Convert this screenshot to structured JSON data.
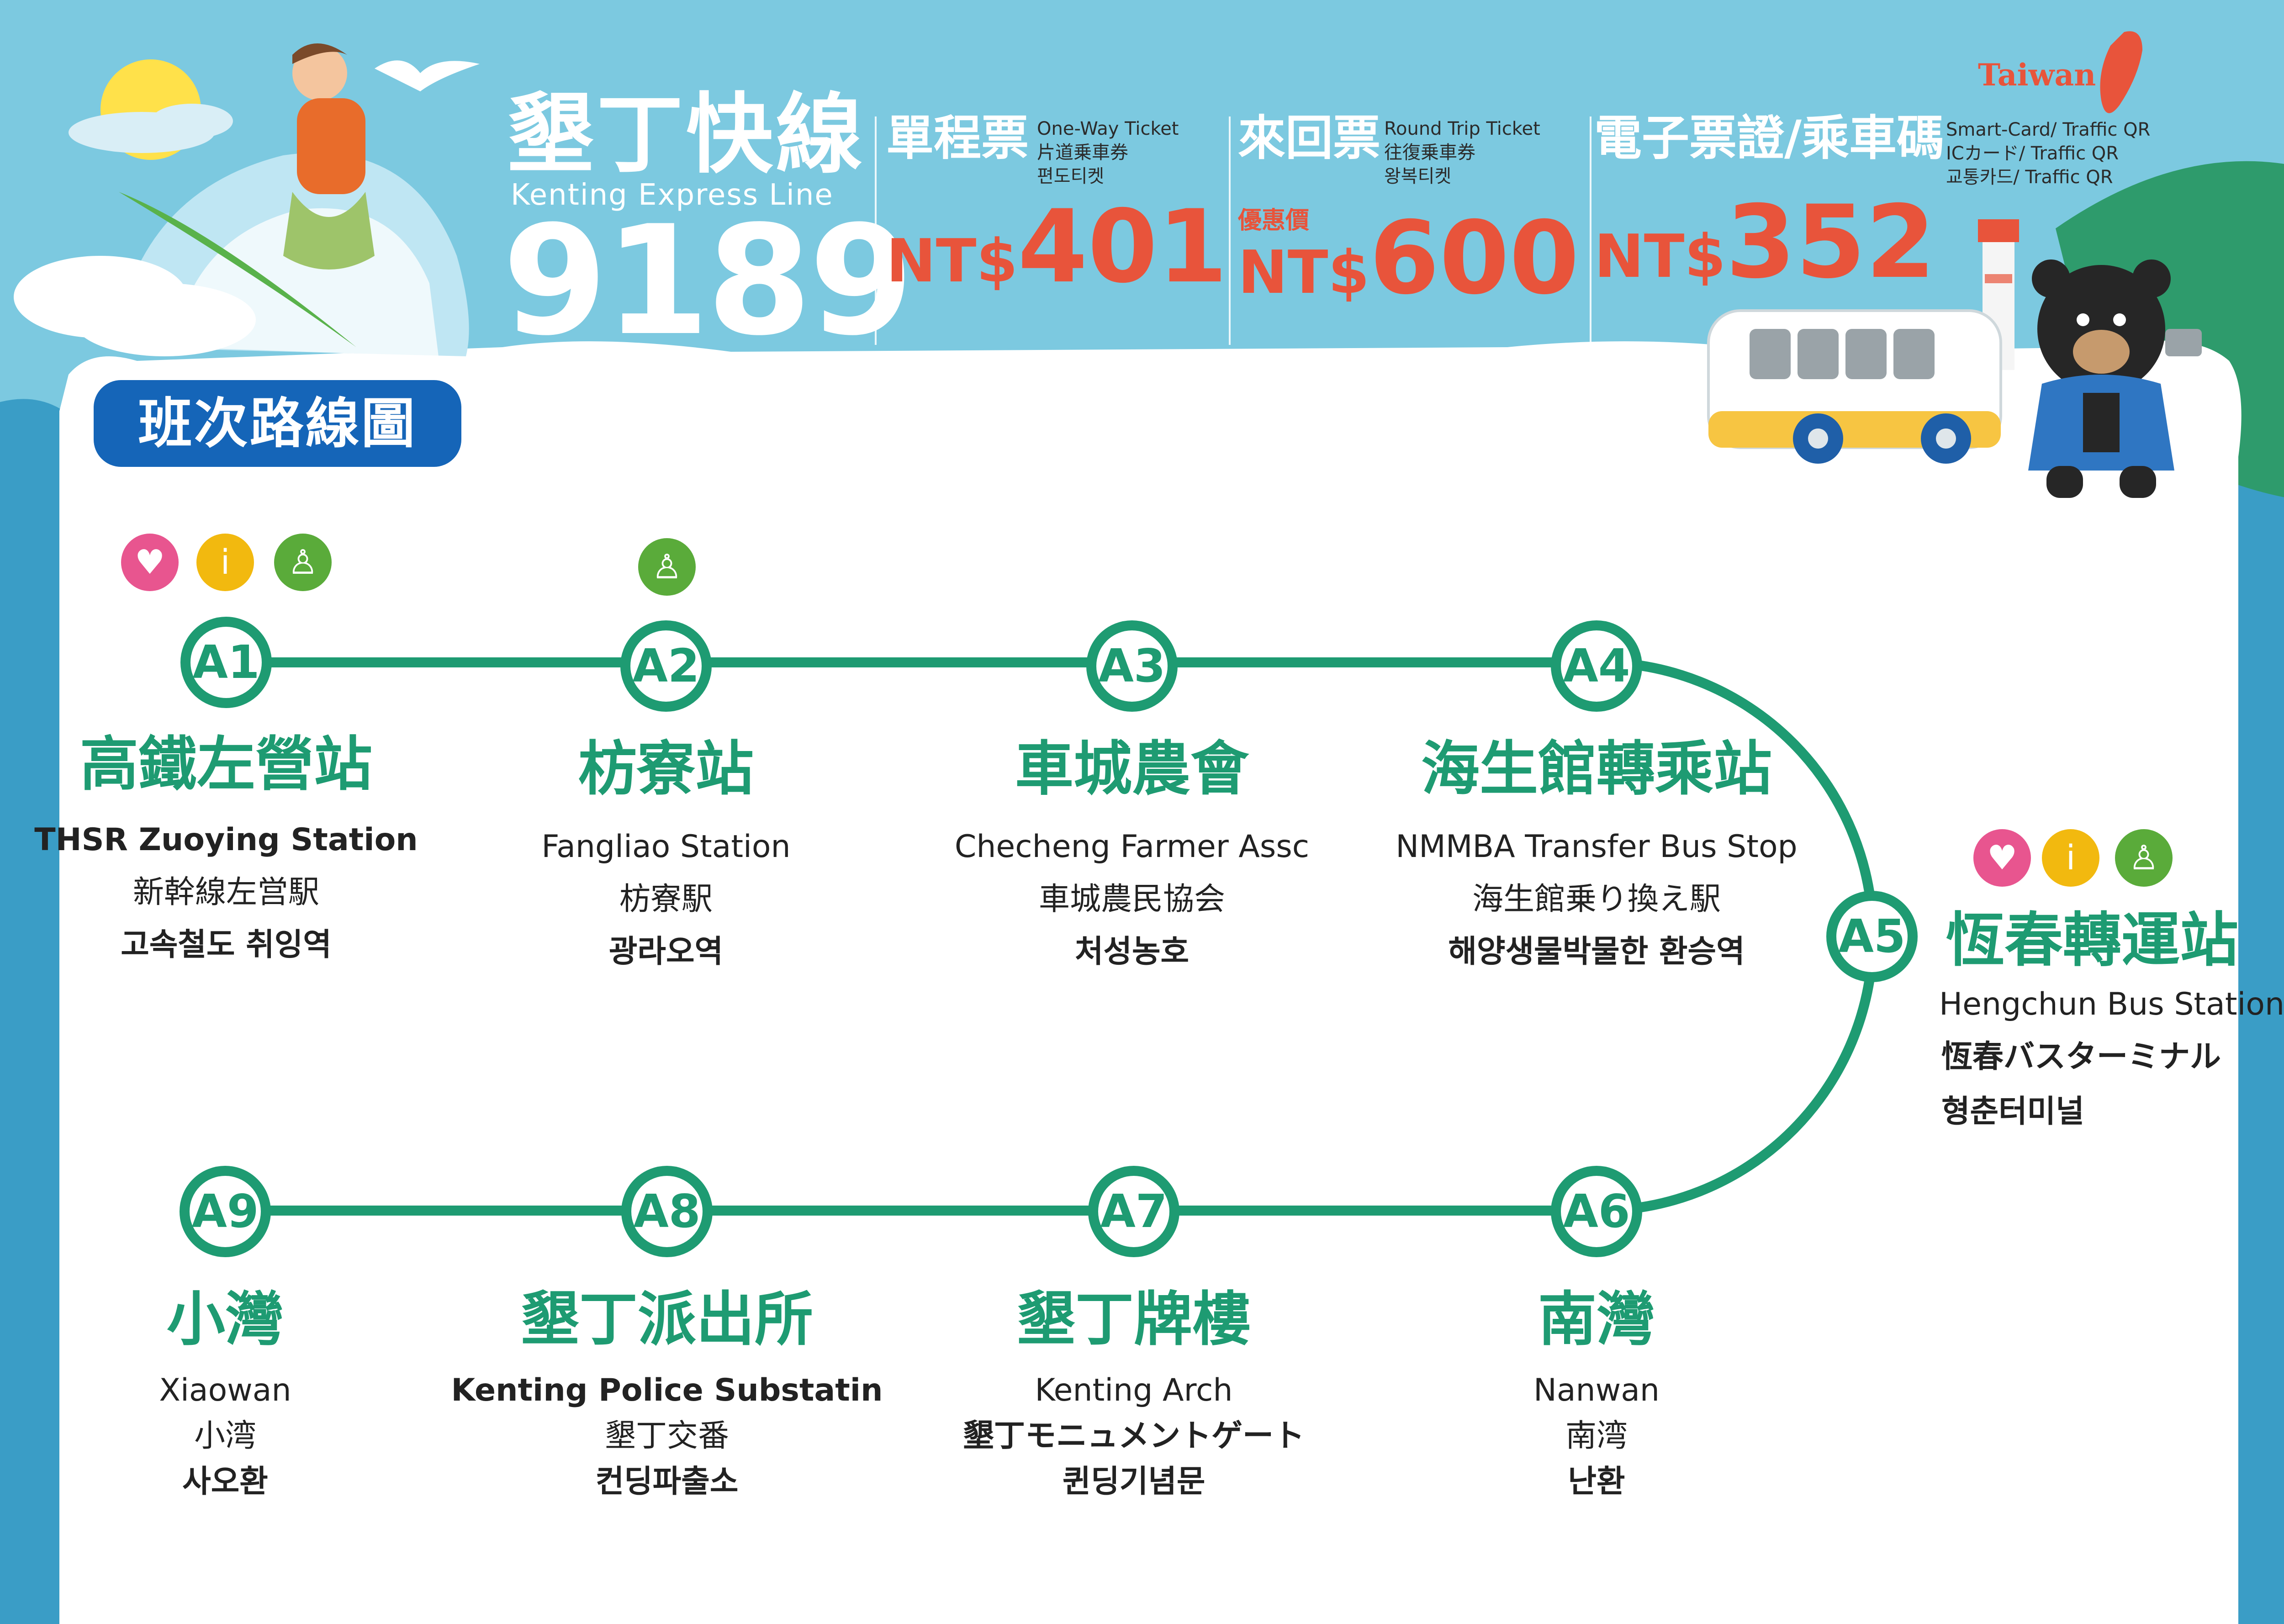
{
  "header": {
    "title_cn": "墾丁快線",
    "title_en": "Kenting Express Line",
    "route_number": "9189",
    "brand_text": "Taiwan"
  },
  "tickets": [
    {
      "name": "單程票",
      "lang_lines": [
        "One-Way Ticket",
        "片道乗車券",
        "편도티켓"
      ],
      "currency": "NT$",
      "price": "401",
      "promo": ""
    },
    {
      "name": "來回票",
      "lang_lines": [
        "Round Trip Ticket",
        "往復乗車券",
        "왕복티켓"
      ],
      "currency": "NT$",
      "price": "600",
      "promo": "優惠價"
    },
    {
      "name": "電子票證/乘車碼",
      "lang_lines": [
        "Smart-Card/ Traffic QR",
        "ICカード/ Traffic QR",
        "교통카드/ Traffic QR"
      ],
      "currency": "NT$",
      "price": "352",
      "promo": ""
    }
  ],
  "map": {
    "heading": "班次路線圖",
    "stations": [
      {
        "code": "A1",
        "name_cn": "高鐵左營站",
        "name_en": "THSR Zuoying Station",
        "name_ja": "新幹線左営駅",
        "name_ko": "고속철도 취잉역",
        "facilities": [
          "nursing-room",
          "information",
          "restroom"
        ]
      },
      {
        "code": "A2",
        "name_cn": "枋寮站",
        "name_en": "Fangliao Station",
        "name_ja": "枋寮駅",
        "name_ko": "광라오역",
        "facilities": [
          "restroom"
        ]
      },
      {
        "code": "A3",
        "name_cn": "車城農會",
        "name_en": "Checheng Farmer Assc",
        "name_ja": "車城農民協会",
        "name_ko": "처성농호",
        "facilities": []
      },
      {
        "code": "A4",
        "name_cn": "海生館轉乘站",
        "name_en": "NMMBA Transfer Bus Stop",
        "name_ja": "海生館乗り換え駅",
        "name_ko": "해양생물박물한 환승역",
        "facilities": []
      },
      {
        "code": "A5",
        "name_cn": "恆春轉運站",
        "name_en": "Hengchun Bus Station",
        "name_ja": "恆春バスターミナル",
        "name_ko": "형춘터미널",
        "facilities": [
          "nursing-room",
          "information",
          "restroom"
        ]
      },
      {
        "code": "A6",
        "name_cn": "南灣",
        "name_en": "Nanwan",
        "name_ja": "南湾",
        "name_ko": "난환",
        "facilities": []
      },
      {
        "code": "A7",
        "name_cn": "墾丁牌樓",
        "name_en": "Kenting Arch",
        "name_ja": "墾丁モニュメントゲート",
        "name_ko": "퀸딩기념문",
        "facilities": []
      },
      {
        "code": "A8",
        "name_cn": "墾丁派出所",
        "name_en": "Kenting Police Substatin",
        "name_ja": "墾丁交番",
        "name_ko": "컨딩파출소",
        "facilities": []
      },
      {
        "code": "A9",
        "name_cn": "小灣",
        "name_en": "Xiaowan",
        "name_ja": "小湾",
        "name_ko": "사오환",
        "facilities": []
      }
    ]
  },
  "colors": {
    "sky": "#7cc9e0",
    "route_green": "#1e9b72",
    "price_red": "#e8543b",
    "heading_blue": "#1565b8",
    "panel_white": "#ffffff"
  },
  "icons": [
    "sun-icon",
    "seagull-icon",
    "surfer-icon",
    "lighthouse-icon",
    "bus-icon",
    "bear-mascot-icon",
    "taiwan-map-icon",
    "nursing-room-icon",
    "information-icon",
    "restroom-icon"
  ]
}
